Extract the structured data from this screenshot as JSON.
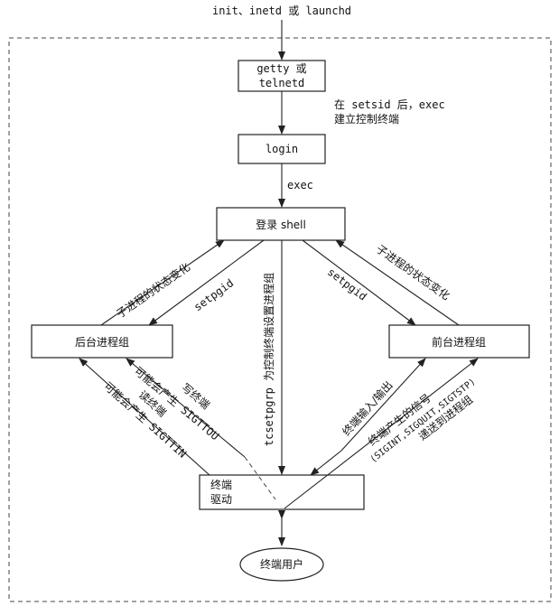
{
  "diagram": {
    "top_label": "init、inetd 或 launchd",
    "nodes": {
      "getty_line1": "getty 或",
      "getty_line2": "telnetd",
      "login": "login",
      "shell": "登录 shell",
      "background": "后台进程组",
      "foreground": "前台进程组",
      "terminal_driver_line1": "终端",
      "terminal_driver_line2": "驱动",
      "terminal_user": "终端用户"
    },
    "edge_labels": {
      "setsid_line1": "在 setsid 后，exec",
      "setsid_line2": "建立控制终端",
      "exec": "exec",
      "child_state_left": "子进程的状态变化",
      "child_state_right": "子进程的状态变化",
      "setpgid_left": "setpgid",
      "setpgid_right": "setpgid",
      "tcsetpgrp": "tcsetpgrp 为控制终端设置进程组",
      "sigttin_line1": "可能会产生 SIGTTIN",
      "sigttin_line2": "读终端",
      "sigttou_line1": "可能会产生 SIGTTOU",
      "sigttou_line2": "写终端",
      "terminal_io": "终端输入/输出",
      "signals_line1": "终端产生的信号",
      "signals_line2": "(SIGINT,SIGQUIT,SIGTSTP)",
      "signals_line3": "递送到进程组"
    }
  }
}
